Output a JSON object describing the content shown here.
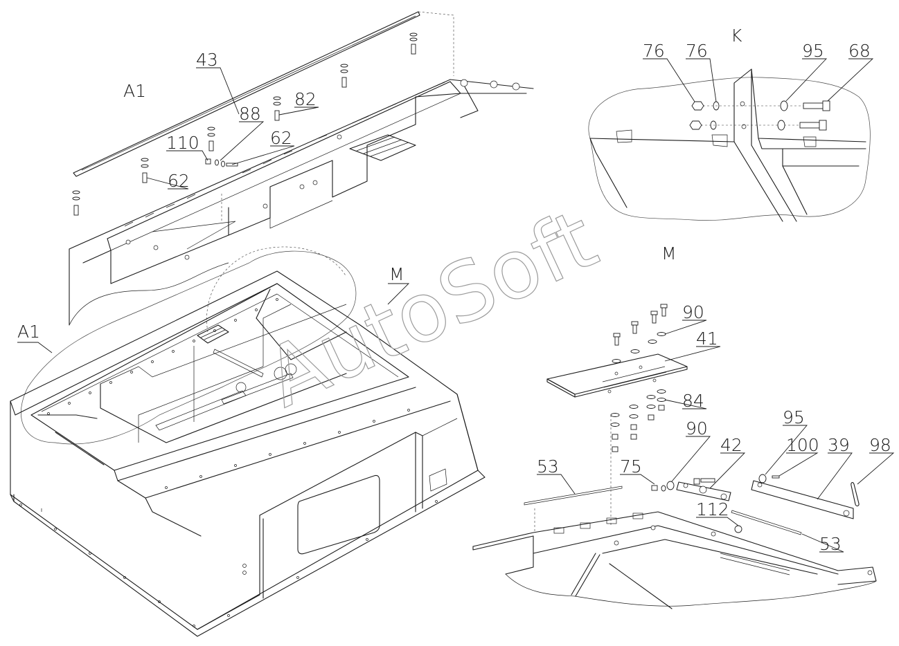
{
  "view_labels": {
    "a1_top": "A1",
    "a1_main": "A1",
    "m_main": "M",
    "k_detail": "K",
    "m_detail": "M"
  },
  "watermark": "AutoSoft",
  "callouts": {
    "c43": "43",
    "c88": "88",
    "c82": "82",
    "c110": "110",
    "c62a": "62",
    "c62b": "62",
    "c76a": "76",
    "c76b": "76",
    "c95k": "95",
    "c68": "68",
    "c90a": "90",
    "c41": "41",
    "c84": "84",
    "c90b": "90",
    "c75": "75",
    "c95m": "95",
    "c100": "100",
    "c39": "39",
    "c98": "98",
    "c42": "42",
    "c53a": "53",
    "c112": "112",
    "c53b": "53"
  }
}
